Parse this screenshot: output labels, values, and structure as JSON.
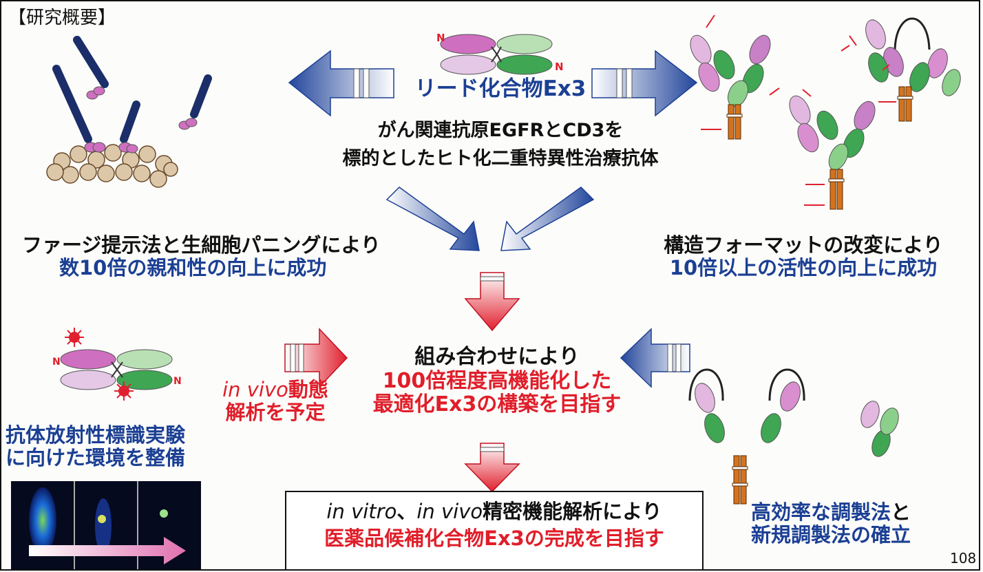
{
  "section_label": "【研究概要】",
  "lead": {
    "name": "リード化合物Ex3",
    "desc_line1": "がん関連抗原EGFRとCD3を",
    "desc_line2": "標的としたヒト化二重特異性治療抗体",
    "n_label": "N"
  },
  "left_result": {
    "line1": "ファージ提示法と生細胞パニングにより",
    "line2": "数10倍の親和性の向上に成功"
  },
  "right_result": {
    "line1": "構造フォーマットの改変により",
    "line2": "10倍以上の活性の向上に成功"
  },
  "center_goal": {
    "line1": "組み合わせにより",
    "line2": "100倍程度高機能化した",
    "line3": "最適化Ex3の構築を目指す"
  },
  "invivo_plan": {
    "italic": "in vivo",
    "line1_rest": "動態",
    "line2": "解析を予定"
  },
  "labeling_experiment": {
    "line1": "抗体放射性標識実験",
    "line2": "に向けた環境を整備"
  },
  "final_goal": {
    "line1_italic_a": "in vitro",
    "line1_sep": "、",
    "line1_italic_b": "in vivo",
    "line1_rest": "精密機能解析により",
    "line2": "医薬品候補化合物Ex3の完成を目指す"
  },
  "preparation": {
    "line1_part1": "高効率な調製法",
    "line1_part2": "と",
    "line2": "新規調製法の確立"
  },
  "page_number": "108",
  "colors": {
    "blue_text": "#1b3f94",
    "red_text": "#e01e2a",
    "pink_domain": "#d98fcf",
    "green_domain": "#3fa653",
    "hinge_orange": "#d4731f"
  }
}
